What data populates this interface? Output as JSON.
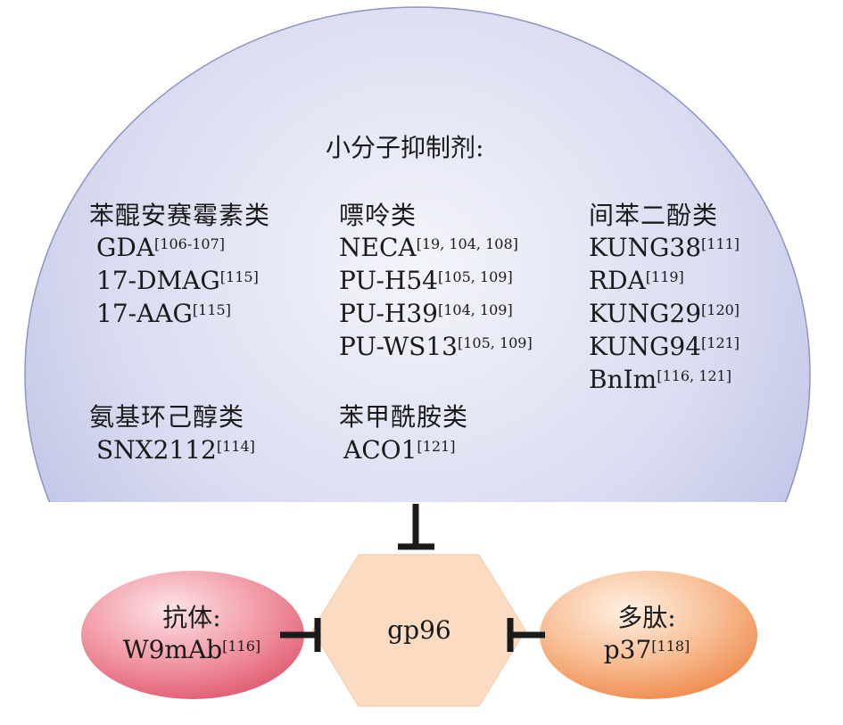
{
  "title": "小分子抑制剂:",
  "groups": [
    {
      "name": "苯醌安赛霉素类",
      "items": [
        {
          "name": "GDA",
          "ref": "[106-107]"
        },
        {
          "name": "17-DMAG",
          "ref": "[115]"
        },
        {
          "name": "17-AAG",
          "ref": "[115]"
        }
      ]
    },
    {
      "name": "嘌呤类",
      "items": [
        {
          "name": "NECA",
          "ref": "[19, 104, 108]"
        },
        {
          "name": "PU-H54",
          "ref": "[105, 109]"
        },
        {
          "name": "PU-H39",
          "ref": "[104, 109]"
        },
        {
          "name": "PU-WS13",
          "ref": "[105, 109]"
        }
      ]
    },
    {
      "name": "间苯二酚类",
      "items": [
        {
          "name": "KUNG38",
          "ref": "[111]"
        },
        {
          "name": "RDA",
          "ref": "[119]"
        },
        {
          "name": "KUNG29",
          "ref": "[120]"
        },
        {
          "name": "KUNG94",
          "ref": "[121]"
        },
        {
          "name": "BnIm",
          "ref": "[116, 121]"
        }
      ]
    },
    {
      "name": "氨基环己醇类",
      "items": [
        {
          "name": "SNX2112",
          "ref": "[114]"
        }
      ]
    },
    {
      "name": "苯甲酰胺类",
      "items": [
        {
          "name": "ACO1",
          "ref": "[121]"
        }
      ]
    }
  ],
  "center": {
    "label": "gp96"
  },
  "left": {
    "title": "抗体:",
    "item": "W9mAb",
    "ref": "[116]"
  },
  "right": {
    "title": "多肽:",
    "item": "p37",
    "ref": "[118]"
  },
  "colors": {
    "dome": "#c7cae9",
    "hexagon": "#fbdcc3",
    "left_node": "#e8798a",
    "right_node": "#f4a06b",
    "inhibitor": "#1a1a1a"
  }
}
